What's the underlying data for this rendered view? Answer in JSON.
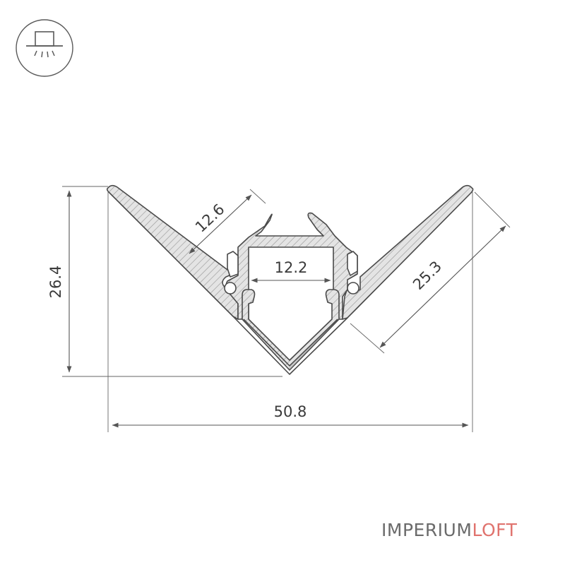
{
  "mount_icon": {
    "name": "ceiling-lamp-icon"
  },
  "dimensions": {
    "height": "26.4",
    "width": "50.8",
    "inner_width": "12.2",
    "left_leg": "12.6",
    "right_leg": "25.3"
  },
  "brand": {
    "part1": "IMPERIUM",
    "part2": "LOFT",
    "color_primary": "#6b6b6b",
    "color_accent": "#e0736e"
  }
}
